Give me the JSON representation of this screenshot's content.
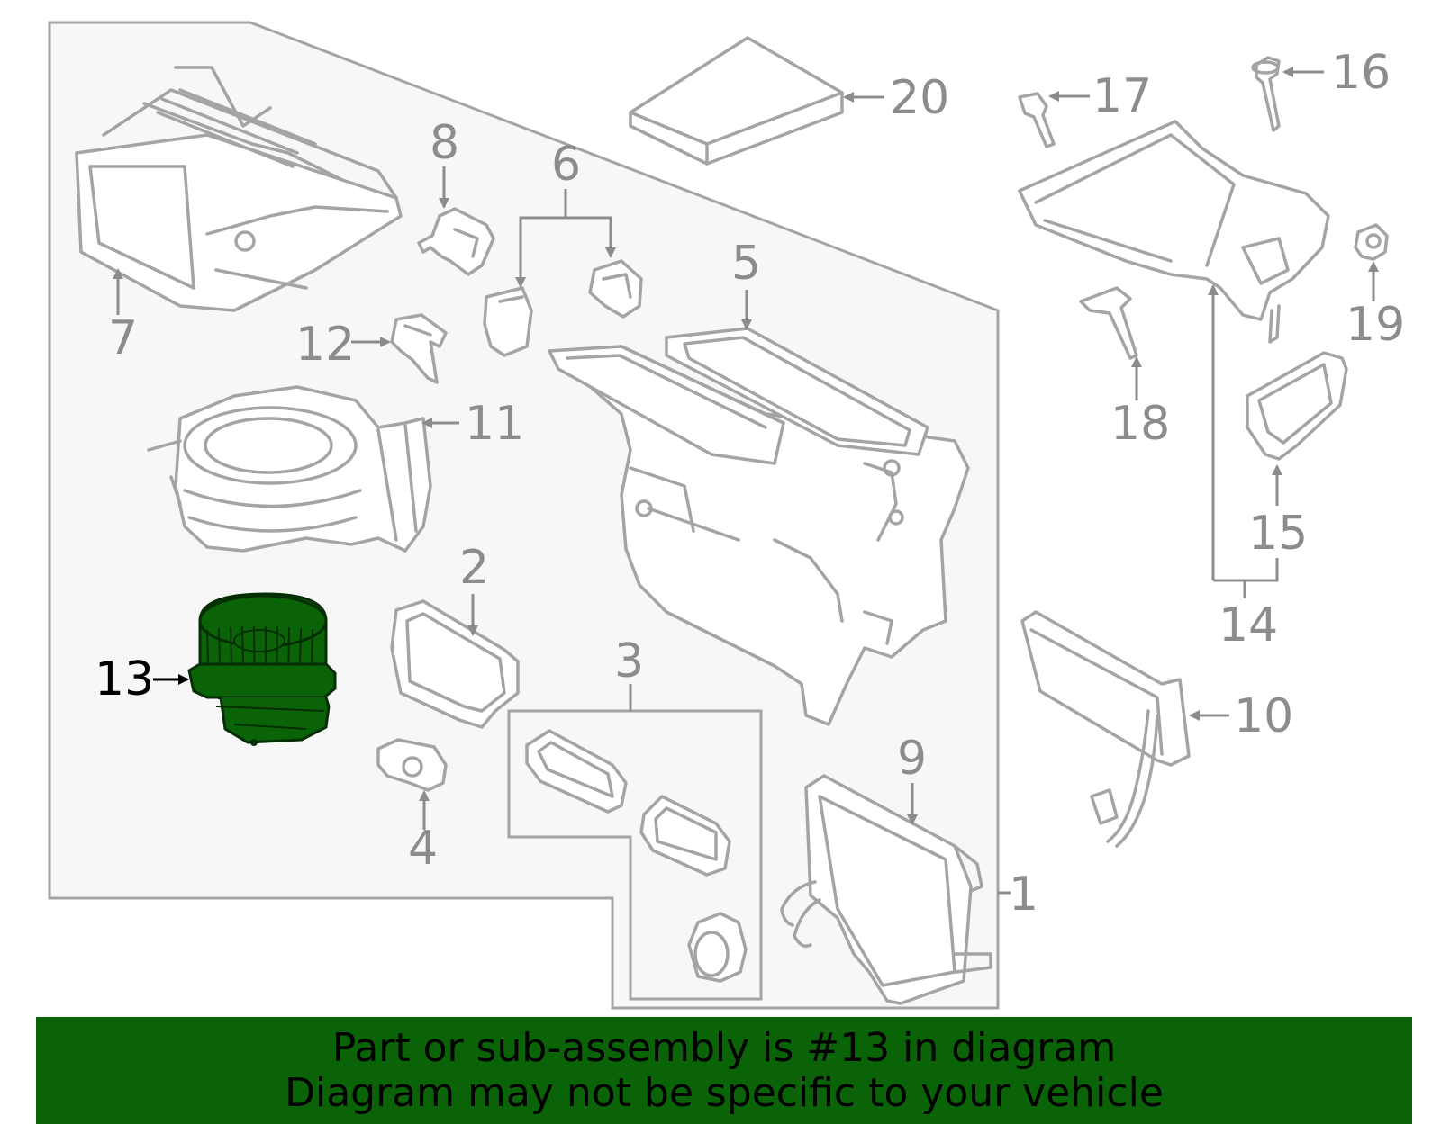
{
  "diagram": {
    "callouts": [
      "1",
      "2",
      "3",
      "4",
      "5",
      "6",
      "7",
      "8",
      "9",
      "10",
      "11",
      "12",
      "13",
      "14",
      "15",
      "16",
      "17",
      "18",
      "19",
      "20"
    ],
    "highlighted_callout": "13",
    "colors": {
      "highlight": "#0b6308",
      "line_art": "#a4a4a4",
      "label": "#8c8c8c",
      "panel": "#f7f7f7"
    }
  },
  "banner": {
    "line1": "Part or sub-assembly is #13 in diagram",
    "line2": "Diagram may not be specific to your vehicle"
  }
}
